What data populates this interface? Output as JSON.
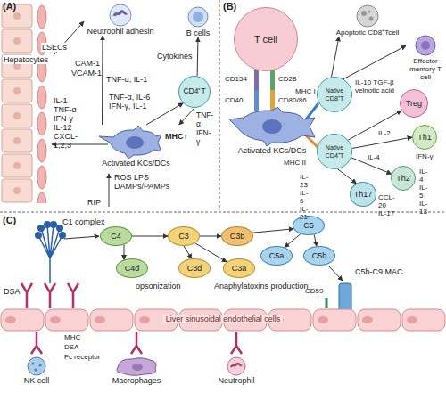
{
  "diagram": {
    "nodes": [
      {
        "text": [
          "MHC↑",
          "Activated KCs/DCs"
        ]
      },
      {
        "text": [
          "CD4⁺T"
        ]
      },
      {
        "text": [
          "Neutrophil adhesin"
        ]
      },
      {
        "text": [
          "B cells"
        ]
      },
      {
        "text": [
          "T cell"
        ]
      },
      {
        "text": [
          "Activated KCs/DCs"
        ]
      },
      {
        "text": [
          "Native CD8⁺T"
        ]
      },
      {
        "text": [
          "Native CD4⁺T"
        ]
      },
      {
        "text": [
          "Apoptotic CD8⁺Tcell"
        ]
      },
      {
        "text": [
          "Effector memory T cell"
        ]
      },
      {
        "text": [
          "Treg"
        ]
      },
      {
        "text": [
          "Th1"
        ]
      },
      {
        "text": [
          "Th2"
        ]
      },
      {
        "text": [
          "Th17"
        ]
      },
      {
        "text": [
          "C4"
        ]
      },
      {
        "text": [
          "C4d"
        ]
      },
      {
        "text": [
          "C3"
        ]
      },
      {
        "text": [
          "C3d"
        ]
      },
      {
        "text": [
          "C3a"
        ]
      },
      {
        "text": [
          "C3b"
        ]
      },
      {
        "text": [
          "C5"
        ]
      },
      {
        "text": [
          "C5a"
        ]
      },
      {
        "text": [
          "C5b"
        ]
      },
      {
        "text": [
          "Liver sinusoidal endothelial cells"
        ]
      },
      {
        "text": [
          "NK cell"
        ]
      },
      {
        "text": [
          "Macrophages"
        ]
      },
      {
        "text": [
          "Neutrophil"
        ]
      }
    ],
    "edges": [
      {
        "from": 0,
        "to": 2,
        "arrow": "to",
        "label": "TNF-α, IL-1"
      },
      {
        "from": 0,
        "to": 1,
        "arrow": "to",
        "label": "TNF-α, IL-6 IFN-γ, IL-1"
      },
      {
        "from": 1,
        "to": 0,
        "arrow": "to",
        "label": "TNF-α IFN-γ"
      },
      {
        "from": 1,
        "to": 3,
        "arrow": "to",
        "label": "Cytokines"
      },
      {
        "from": 6,
        "to": 8,
        "arrow": "to"
      },
      {
        "from": 6,
        "to": 9,
        "arrow": "to"
      },
      {
        "from": 7,
        "to": 10,
        "arrow": "to",
        "label": "IL-10 TGF-β velnotic acid"
      },
      {
        "from": 7,
        "to": 11,
        "arrow": "to",
        "label": "IL-2"
      },
      {
        "from": 7,
        "to": 12,
        "arrow": "to",
        "label": "IL-4"
      },
      {
        "from": 7,
        "to": 13,
        "arrow": "to",
        "label": "IL-23 IL-6 IL-21"
      },
      {
        "from": 14,
        "to": 16,
        "arrow": "to"
      },
      {
        "from": 14,
        "to": 15,
        "arrow": "to"
      },
      {
        "from": 16,
        "to": 19,
        "arrow": "to"
      },
      {
        "from": 16,
        "to": 17,
        "arrow": "to"
      },
      {
        "from": 16,
        "to": 18,
        "arrow": "to"
      },
      {
        "from": 19,
        "to": 20,
        "arrow": "to"
      },
      {
        "from": 20,
        "to": 21,
        "arrow": "to"
      },
      {
        "from": 20,
        "to": 22,
        "arrow": "to"
      }
    ],
    "labels": [
      "(A)",
      "Hepatocytes",
      "LSECs",
      "CAM-1",
      "VCAM-1",
      "IL-1 TNF-α IFN-γ IL-12 CXCL-1,2,3",
      "ROS LPS DAMPs/PAMPs",
      "RIP",
      "(B)",
      "CD154",
      "CD28",
      "CD40",
      "CD80/86",
      "MHC I",
      "MHC II",
      "IFN-γ",
      "IL-4 IL-5 IL-13",
      "CCL-20 IL-17",
      "(C)",
      "C1 complex",
      "DSA",
      "opsonization",
      "Anaphylatoxins production",
      "C5b-C9 MAC",
      "CD59",
      "MHC",
      "DSA",
      "Fc receptor"
    ]
  }
}
